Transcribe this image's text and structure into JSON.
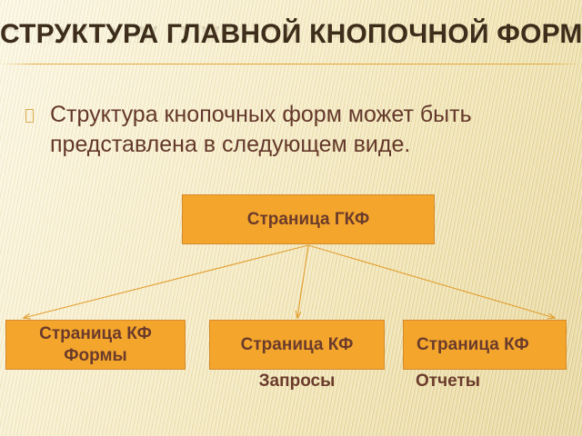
{
  "slide": {
    "title": "Структура главной кнопочной формы",
    "bullet": {
      "marker": "missing-glyph-box",
      "text": "Структура кнопочных форм может быть представлена в следующем виде."
    },
    "diagram": {
      "root": {
        "label": "Страница ГКФ"
      },
      "children": [
        {
          "id": "forms",
          "line1": "Страница КФ",
          "line2": "Формы",
          "caption": ""
        },
        {
          "id": "queries",
          "label": "Страница КФ",
          "caption": "Запросы"
        },
        {
          "id": "reports",
          "label": "Страница КФ",
          "caption": "Отчеты"
        }
      ],
      "connector": "arrow"
    },
    "colors": {
      "node_fill": "#f4a62c",
      "node_border": "#d4892a",
      "node_text": "#6b3b2b",
      "body_text": "#64382a",
      "title_text": "#3a2a18",
      "accent_rule": "#e0a028",
      "background_light": "#fbf6de",
      "background_dark": "#e2cf8c",
      "bullet_marker": "#d8ab52"
    }
  }
}
